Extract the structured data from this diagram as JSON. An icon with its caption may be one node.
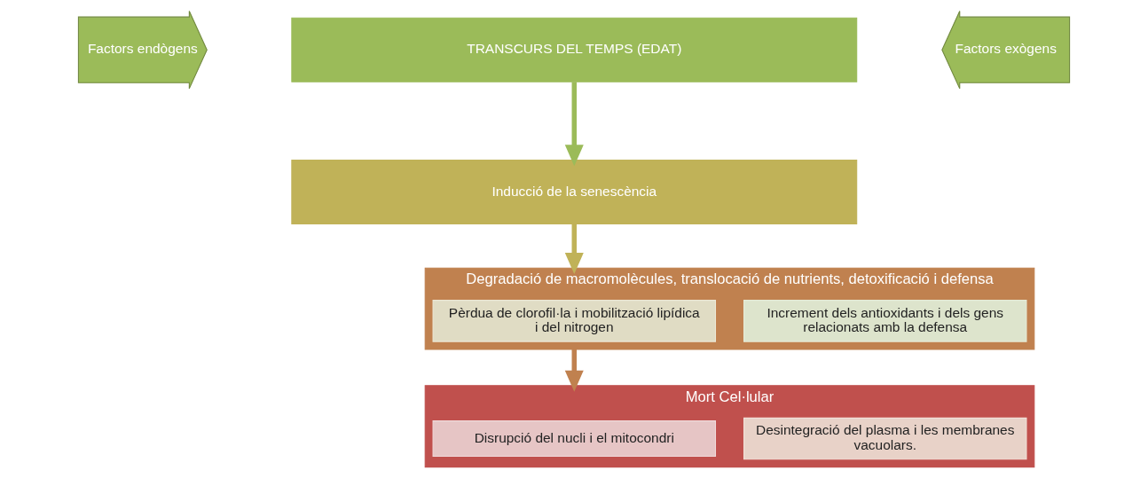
{
  "diagram": {
    "nodes": [
      {
        "text": [
          "Factors endògens"
        ]
      },
      {
        "text": [
          "TRANSCURS DEL TEMPS (EDAT)"
        ]
      },
      {
        "text": [
          "Factors exògens"
        ]
      },
      {
        "text": [
          "Inducció de la senescència"
        ]
      },
      {
        "text": [
          "Degradació de macromolècules, translocació de nutrients, detoxificació i defensa"
        ]
      },
      {
        "text": [
          "Pèrdua de clorofil·la i mobilització lipídica i del nitrogen"
        ],
        "in": 4
      },
      {
        "text": [
          "Increment dels antioxidants i dels gens relacionats amb la defensa"
        ],
        "in": 4
      },
      {
        "text": [
          "Mort Cel·lular"
        ]
      },
      {
        "text": [
          "Disrupció del nucli i el mitocondri"
        ],
        "in": 7
      },
      {
        "text": [
          "Desintegració del plasma i les membranes vacuolars."
        ],
        "in": 7
      }
    ],
    "edges": [
      {
        "from": 1,
        "to": 3,
        "arrow": "to",
        "color": "#9bbb59"
      },
      {
        "from": 3,
        "to": 4,
        "arrow": "to",
        "color": "#c0b258"
      },
      {
        "from": 4,
        "to": 7,
        "arrow": "to",
        "color": "#c0814f"
      }
    ]
  }
}
